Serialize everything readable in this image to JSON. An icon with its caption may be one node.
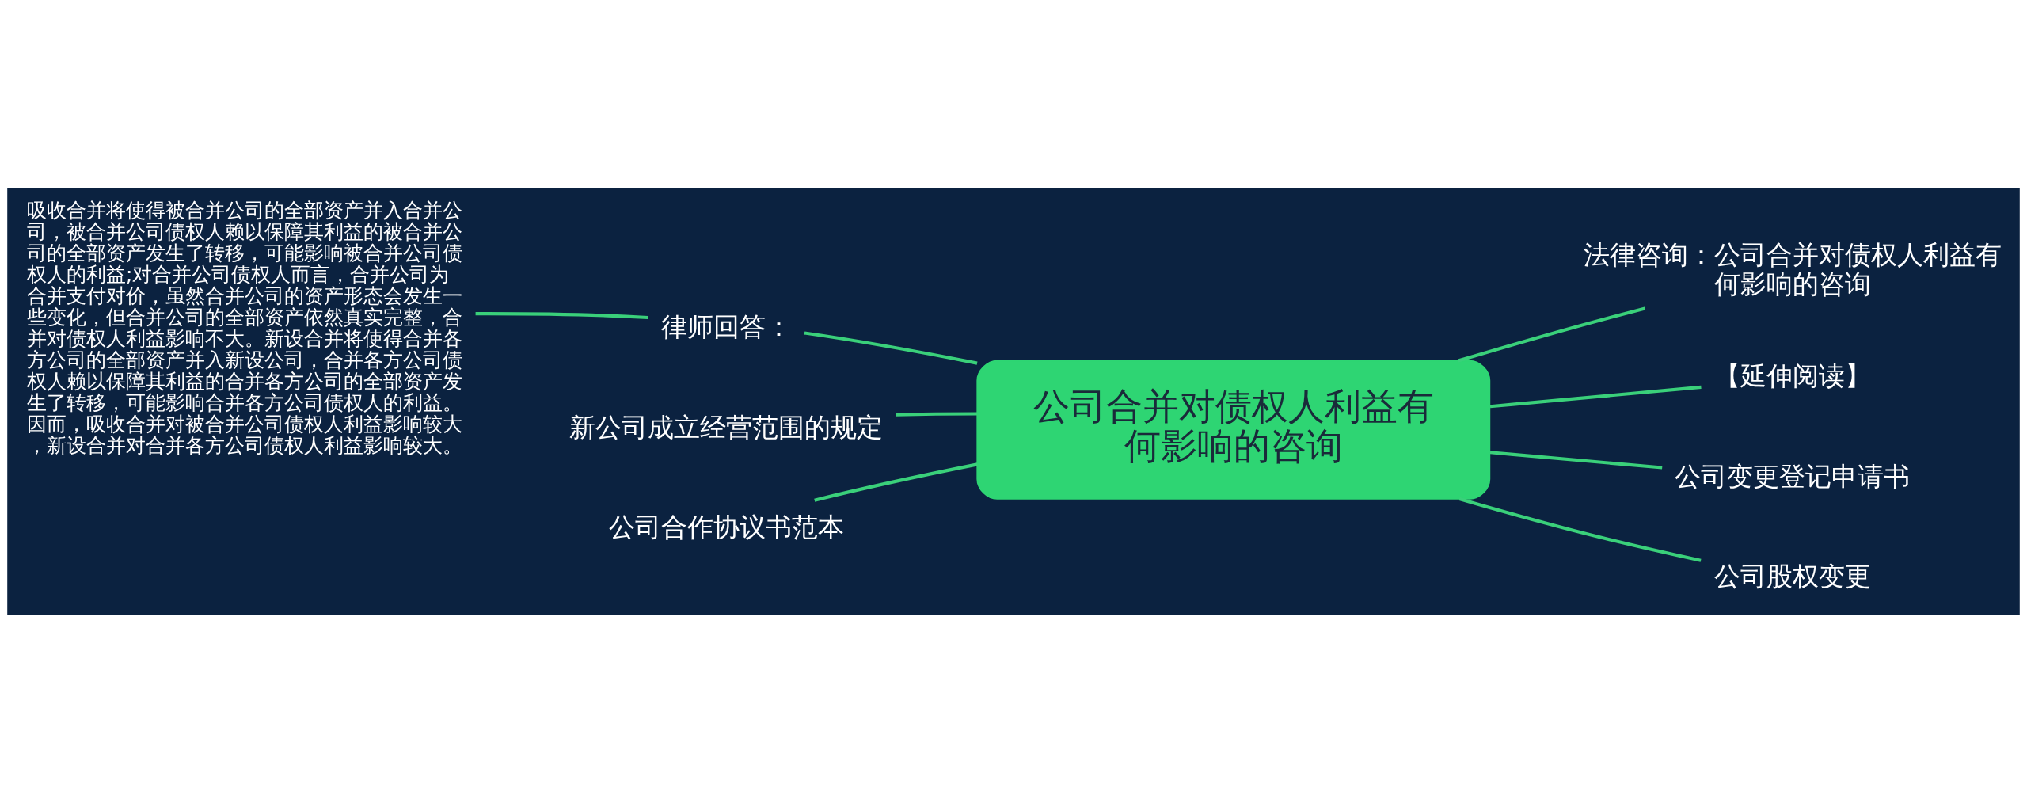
{
  "diagram": {
    "nodes": [
      {
        "text": [
          "公司合并对债权人利益有何影响的咨询"
        ]
      },
      {
        "text": [
          "律师回答："
        ]
      },
      {
        "text": [
          "吸收合并将使得被合并公司的全部资产并入合并公司，被合并公司债权人赖以保障其利益的被合并公司的全部资产发生了转移，可能影响被合并公司债权人的利益;对合并公司债权人而言，合并公司为合并支付对价，虽然合并公司的资产形态会发生一些变化，但合并公司的全部资产依然真实完整，合并对债权人利益影响不大。新设合并将使得合并各方公司的全部资产并入新设公司，合并各方公司债权人赖以保障其利益的合并各方公司的全部资产发生了转移，可能影响合并各方公司债权人的利益。因而，吸收合并对被合并公司债权人利益影响较大，新设合并对合并各方公司债权人利益影响较大。"
        ]
      },
      {
        "text": [
          "新公司成立经营范围的规定"
        ]
      },
      {
        "text": [
          "公司合作协议书范本"
        ]
      },
      {
        "text": [
          "法律咨询：公司合并对债权人利益有何影响的咨询"
        ]
      },
      {
        "text": [
          "【延伸阅读】"
        ]
      },
      {
        "text": [
          "公司变更登记申请书"
        ]
      },
      {
        "text": [
          "公司股权变更"
        ]
      }
    ],
    "edges": [
      {
        "from": 0,
        "to": 1,
        "arrow": "none"
      },
      {
        "from": 1,
        "to": 2,
        "arrow": "none"
      },
      {
        "from": 0,
        "to": 3,
        "arrow": "none"
      },
      {
        "from": 0,
        "to": 4,
        "arrow": "none"
      },
      {
        "from": 0,
        "to": 5,
        "arrow": "none"
      },
      {
        "from": 0,
        "to": 6,
        "arrow": "none"
      },
      {
        "from": 0,
        "to": 7,
        "arrow": "none"
      },
      {
        "from": 0,
        "to": 8,
        "arrow": "none"
      }
    ]
  }
}
